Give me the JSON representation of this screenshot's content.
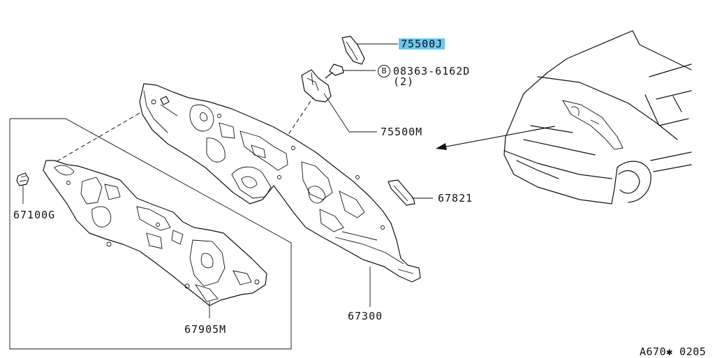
{
  "parts": {
    "cover_bracket": "75500J",
    "bolt_symbol": "B",
    "bolt_number": "08363-6162D",
    "bolt_qty": "(2)",
    "bracket": "75500M",
    "grommet": "67821",
    "clip": "67100G",
    "insulator": "67905M",
    "dash_panel": "67300"
  },
  "diagram_code": "A670✱ 0205",
  "colors": {
    "highlight": "#6cc7ef",
    "ink": "#111111",
    "paper": "#ffffff"
  }
}
